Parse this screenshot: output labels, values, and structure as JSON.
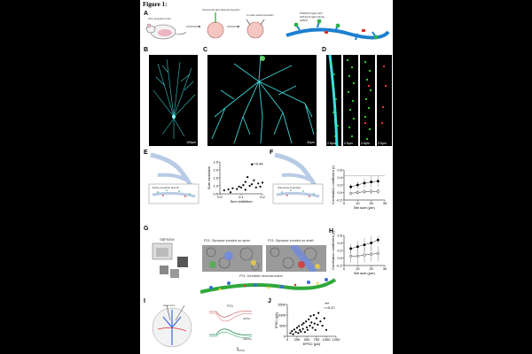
{
  "figure": {
    "title": "Figure 1:"
  },
  "panelA": {
    "label": "A",
    "step1": "CD1 pregnant mice",
    "step2": "Intraventricular plasmid injection",
    "step3": "In utero electroporation",
    "legend": [
      "PSD95-FingR-GFP",
      "GPHN-FingR-mRuby",
      "dsRFP"
    ],
    "legend_colors": [
      "#2bb34a",
      "#e03030",
      "#3a6cd6"
    ]
  },
  "panelB": {
    "label": "B",
    "scale": "100μm"
  },
  "panelC": {
    "label": "C",
    "scale": "30μm"
  },
  "panelD": {
    "label": "D",
    "scales": [
      "2.5μm",
      "2.5μm",
      "2.5μm",
      "2.5μm"
    ]
  },
  "panelE": {
    "label": "E",
    "schematic": "Entire dendritic branch",
    "annotation": "r=0.44"
  },
  "panelF": {
    "label": "F",
    "schematic": "Sub-branch window"
  },
  "panelG": {
    "label": "G",
    "method": "SBFSEM",
    "em1_title": "P21: Synapse located on spine",
    "em2_title": "P21: Synapse located on shaft",
    "recon_title": "P21: Dendritic reconstruction"
  },
  "panelH": {
    "label": "H"
  },
  "panelI": {
    "label": "I",
    "region": "Area CA1",
    "title": "P21",
    "trace1": "eIPSC",
    "trace2": "eEPSC"
  },
  "panelJ": {
    "label": "J",
    "annotation": "r=0.47",
    "stars": "***"
  },
  "chart_data": [
    {
      "id": "E",
      "type": "scatter",
      "xlabel": "Sum inhibition",
      "ylabel": "Sum excitation",
      "xlim": [
        0.0,
        0.2
      ],
      "ylim": [
        0.5,
        2.5
      ],
      "xticks": [
        "0.0",
        "0.1",
        "0.2"
      ],
      "yticks": [
        "0.5",
        "1.0",
        "1.5",
        "2.0",
        "2.5"
      ],
      "points": [
        [
          0.02,
          0.72
        ],
        [
          0.04,
          0.78
        ],
        [
          0.05,
          0.6
        ],
        [
          0.06,
          0.85
        ],
        [
          0.08,
          0.8
        ],
        [
          0.09,
          0.95
        ],
        [
          0.1,
          0.9
        ],
        [
          0.11,
          1.05
        ],
        [
          0.12,
          0.75
        ],
        [
          0.12,
          1.25
        ],
        [
          0.13,
          1.55
        ],
        [
          0.14,
          1.0
        ],
        [
          0.15,
          1.1
        ],
        [
          0.16,
          1.35
        ],
        [
          0.17,
          0.9
        ],
        [
          0.18,
          1.15
        ],
        [
          0.19,
          0.95
        ],
        [
          0.2,
          1.2
        ],
        [
          0.15,
          2.35
        ]
      ]
    },
    {
      "id": "F",
      "type": "line",
      "xlabel": "Bin size (μm)",
      "ylabel": "Correlation coefficient (r)",
      "xlim": [
        0,
        30
      ],
      "ylim": [
        -0.2,
        0.6
      ],
      "xticks": [
        "0",
        "10",
        "20",
        "30"
      ],
      "yticks": [
        "-0.2",
        "0.0",
        "0.2",
        "0.4",
        "0.6"
      ],
      "x": [
        5,
        10,
        15,
        20,
        25
      ],
      "series": [
        {
          "values": [
            0.15,
            0.2,
            0.25,
            0.28,
            0.3
          ],
          "err": [
            0.08,
            0.1,
            0.12,
            0.15,
            0.15
          ],
          "marker": "filled"
        },
        {
          "values": [
            -0.02,
            0.0,
            0.02,
            0.03,
            0.03
          ],
          "err": [
            0.05,
            0.06,
            0.06,
            0.08,
            0.08
          ],
          "marker": "open"
        }
      ],
      "reference_line": 0.44
    },
    {
      "id": "H",
      "type": "line",
      "xlabel": "Bin size (μm)",
      "ylabel": "Correlation coefficient (r)",
      "xlim": [
        0,
        30
      ],
      "ylim": [
        -0.2,
        0.6
      ],
      "xticks": [
        "0",
        "10",
        "20",
        "30"
      ],
      "yticks": [
        "-0.2",
        "0.0",
        "0.2",
        "0.4",
        "0.6"
      ],
      "x": [
        5,
        10,
        15,
        20,
        25
      ],
      "series": [
        {
          "values": [
            0.25,
            0.3,
            0.35,
            0.4,
            0.48
          ],
          "err": [
            0.12,
            0.15,
            0.18,
            0.18,
            0.1
          ],
          "marker": "filled"
        },
        {
          "values": [
            0.05,
            0.05,
            0.08,
            0.1,
            0.12
          ],
          "err": [
            0.18,
            0.22,
            0.2,
            0.2,
            0.2
          ],
          "marker": "open"
        }
      ]
    },
    {
      "id": "J",
      "type": "scatter",
      "xlabel": "EPSC (pA)",
      "ylabel": "IPSC (pA)",
      "xlim": [
        0,
        1250
      ],
      "ylim": [
        0,
        1500
      ],
      "xticks": [
        "0",
        "250",
        "500",
        "750",
        "1000",
        "1250"
      ],
      "yticks": [
        "0",
        "500",
        "1000",
        "1500"
      ],
      "points": [
        [
          80,
          150
        ],
        [
          120,
          250
        ],
        [
          150,
          100
        ],
        [
          180,
          320
        ],
        [
          220,
          200
        ],
        [
          250,
          400
        ],
        [
          280,
          150
        ],
        [
          300,
          480
        ],
        [
          320,
          300
        ],
        [
          350,
          220
        ],
        [
          380,
          550
        ],
        [
          400,
          350
        ],
        [
          420,
          620
        ],
        [
          450,
          200
        ],
        [
          480,
          700
        ],
        [
          500,
          420
        ],
        [
          520,
          300
        ],
        [
          550,
          800
        ],
        [
          580,
          500
        ],
        [
          600,
          950
        ],
        [
          620,
          650
        ],
        [
          650,
          400
        ],
        [
          680,
          1000
        ],
        [
          700,
          600
        ],
        [
          720,
          300
        ],
        [
          750,
          850
        ],
        [
          780,
          550
        ],
        [
          800,
          1100
        ],
        [
          850,
          700
        ],
        [
          900,
          500
        ],
        [
          950,
          850
        ],
        [
          1000,
          300
        ]
      ]
    }
  ]
}
